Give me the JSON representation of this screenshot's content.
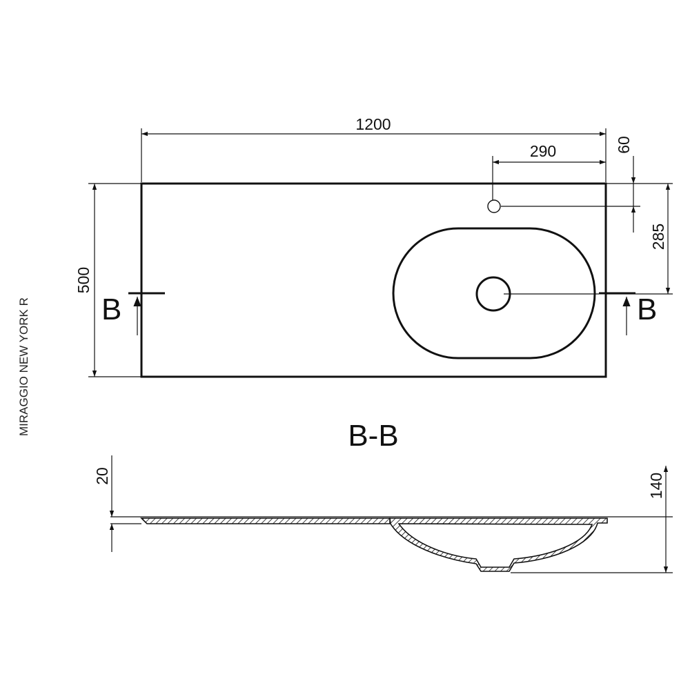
{
  "side_label": "MIRAGGIO NEW YORK R",
  "section_title": "B-B",
  "section_marker": {
    "left": "B",
    "right": "B"
  },
  "dimensions": {
    "width": "1200",
    "depth": "500",
    "tap_offset_x": "290",
    "tap_offset_y": "60",
    "drain_offset_y": "285",
    "top_thickness": "20",
    "basin_height": "140"
  }
}
